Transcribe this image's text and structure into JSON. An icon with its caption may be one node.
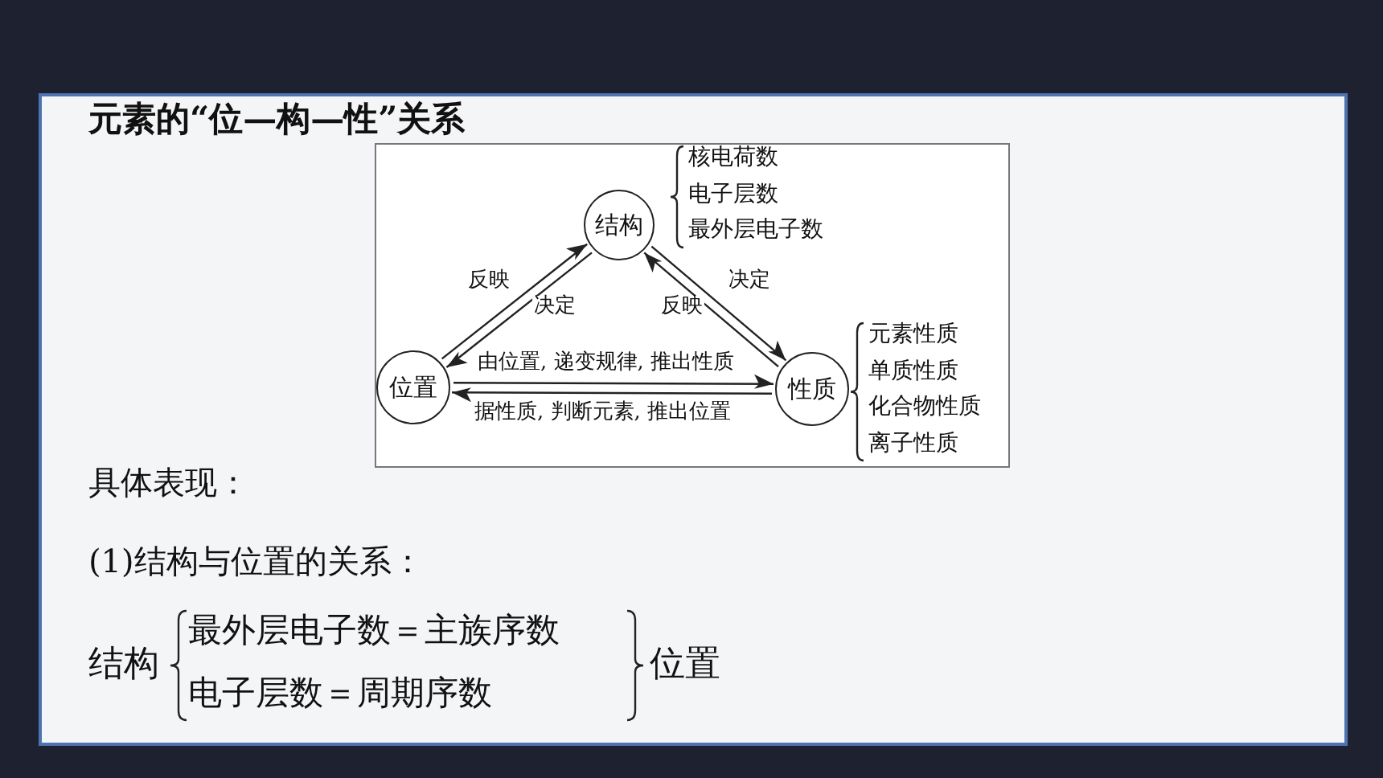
{
  "diagram": {
    "title": "元素的“位—构—性”关系",
    "nodes": [
      {
        "text": [
          "结构"
        ],
        "beside": [
          "核电荷数",
          "电子层数",
          "最外层电子数"
        ]
      },
      {
        "text": [
          "位置"
        ]
      },
      {
        "text": [
          "性质"
        ],
        "beside": [
          "元素性质",
          "单质性质",
          "化合物性质",
          "离子性质"
        ]
      }
    ],
    "edges": [
      {
        "from": 1,
        "to": 0,
        "arrow": "to",
        "label": "反映"
      },
      {
        "from": 0,
        "to": 1,
        "arrow": "to",
        "label": "决定"
      },
      {
        "from": 2,
        "to": 0,
        "arrow": "to",
        "label": "反映"
      },
      {
        "from": 0,
        "to": 2,
        "arrow": "to",
        "label": "决定"
      },
      {
        "from": 1,
        "to": 2,
        "arrow": "to",
        "label": "由位置, 递变规律, 推出性质"
      },
      {
        "from": 2,
        "to": 1,
        "arrow": "to",
        "label": "据性质, 判断元素, 推出位置"
      }
    ],
    "labels": [
      "具体表现：",
      "(1)结构与位置的关系：",
      "结构",
      "最外层电子数＝主族序数",
      "电子层数＝周期序数",
      "位置"
    ]
  }
}
